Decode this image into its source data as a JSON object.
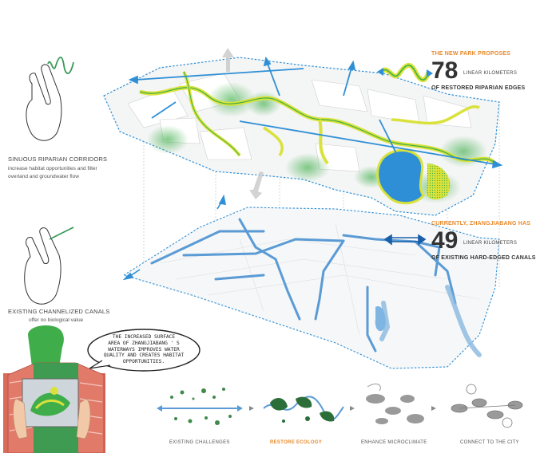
{
  "top_callout": {
    "heading": "THE NEW PARK PROPOSES",
    "number": "78",
    "unit": "LINEAR KILOMETERS",
    "caption": "OF RESTORED RIPARIAN EDGES"
  },
  "bottom_callout": {
    "heading": "CURRENTLY, ZHANGJIABANG HAS",
    "number": "49",
    "unit": "LINEAR KILOMETERS",
    "caption": "OF EXISTING HARD-EDGED CANALS"
  },
  "left_top": {
    "title": "SINUOUS RIPARIAN CORRIDORS",
    "line1": "increase habitat opportunities and filter",
    "line2": "overland and groundwater flow"
  },
  "left_bottom": {
    "title": "EXISTING CHANNELIZED CANALS",
    "line1": "offer no biological value"
  },
  "bubble": {
    "line1": "THE INCREASED SURFACE",
    "line2": "AREA OF ZHANGJIABANG ' S",
    "line3": "WATERWAYS IMPROVES WATER",
    "line4": "QUALITY AND CREATES HABITAT",
    "line5": "OPPORTUNITIES."
  },
  "steps": [
    {
      "label": "EXISTING CHALLENGES",
      "active": false
    },
    {
      "label": "RESTORE ECOLOGY",
      "active": true
    },
    {
      "label": "ENHANCE MICROCLIMATE",
      "active": false
    },
    {
      "label": "CONNECT TO THE CITY",
      "active": false
    }
  ],
  "colors": {
    "accent_orange": "#e8892b",
    "water_blue": "#2f8fd6",
    "riparian_yellow": "#d9e23a",
    "habitat_green": "#3fae4a",
    "canal_blue": "#5a9bd5"
  },
  "icons": {
    "hand_top": "two-finger-wavy-gesture-icon",
    "hand_bottom": "two-finger-straight-gesture-icon",
    "arrow_double": "double-arrow-icon",
    "step_arrow": "chevron-right-icon"
  }
}
